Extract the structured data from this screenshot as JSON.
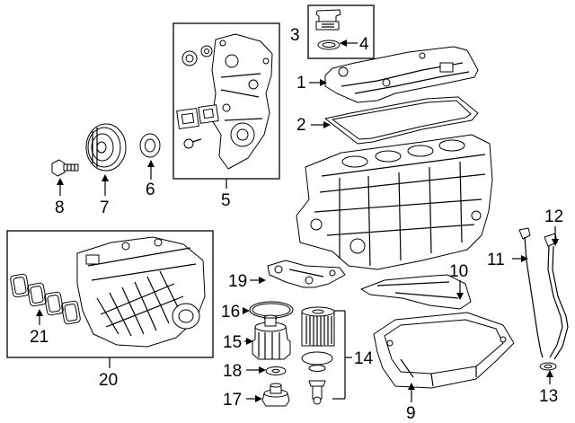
{
  "callouts": [
    {
      "id": "1",
      "text": "1"
    },
    {
      "id": "2",
      "text": "2"
    },
    {
      "id": "3",
      "text": "3"
    },
    {
      "id": "4",
      "text": "4"
    },
    {
      "id": "5",
      "text": "5"
    },
    {
      "id": "6",
      "text": "6"
    },
    {
      "id": "7",
      "text": "7"
    },
    {
      "id": "8",
      "text": "8"
    },
    {
      "id": "9",
      "text": "9"
    },
    {
      "id": "10",
      "text": "10"
    },
    {
      "id": "11",
      "text": "11"
    },
    {
      "id": "12",
      "text": "12"
    },
    {
      "id": "13",
      "text": "13"
    },
    {
      "id": "14",
      "text": "14"
    },
    {
      "id": "15",
      "text": "15"
    },
    {
      "id": "16",
      "text": "16"
    },
    {
      "id": "17",
      "text": "17"
    },
    {
      "id": "18",
      "text": "18"
    },
    {
      "id": "19",
      "text": "19"
    },
    {
      "id": "20",
      "text": "20"
    },
    {
      "id": "21",
      "text": "21"
    }
  ],
  "colors": {
    "line": "#000000",
    "part_fill": "#ffffff",
    "shade": "#cfcfcf",
    "background": "#ffffff"
  }
}
